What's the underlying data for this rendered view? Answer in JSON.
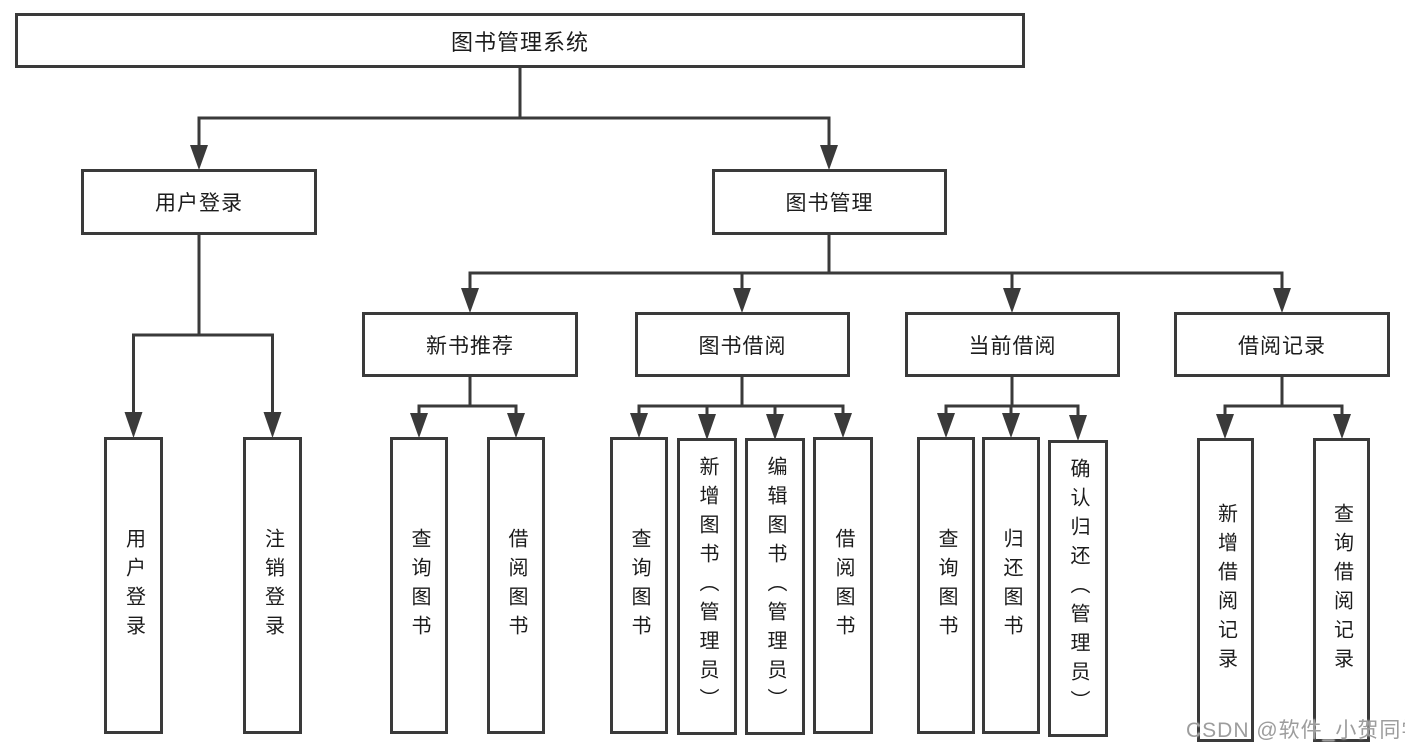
{
  "tree": {
    "root": {
      "label": "图书管理系统"
    },
    "branches": [
      {
        "label": "用户登录",
        "leaves": [
          {
            "label": "用户登录"
          },
          {
            "label": "注销登录"
          }
        ]
      },
      {
        "label": "图书管理",
        "children": [
          {
            "label": "新书推荐",
            "leaves": [
              {
                "label": "查询图书"
              },
              {
                "label": "借阅图书"
              }
            ]
          },
          {
            "label": "图书借阅",
            "leaves": [
              {
                "label": "查询图书"
              },
              {
                "label": "新增图书（管理员）"
              },
              {
                "label": "编辑图书（管理员）"
              },
              {
                "label": "借阅图书"
              }
            ]
          },
          {
            "label": "当前借阅",
            "leaves": [
              {
                "label": "查询图书"
              },
              {
                "label": "归还图书"
              },
              {
                "label": "确认归还（管理员）"
              }
            ]
          },
          {
            "label": "借阅记录",
            "leaves": [
              {
                "label": "新增借阅记录"
              },
              {
                "label": "查询借阅记录"
              }
            ]
          }
        ]
      }
    ]
  },
  "colors": {
    "line": "#3a3a3a",
    "text": "#1c1c1c",
    "watermark": "#9d9d9d"
  },
  "watermark": {
    "text": "CSDN @软件_小贺同学"
  }
}
